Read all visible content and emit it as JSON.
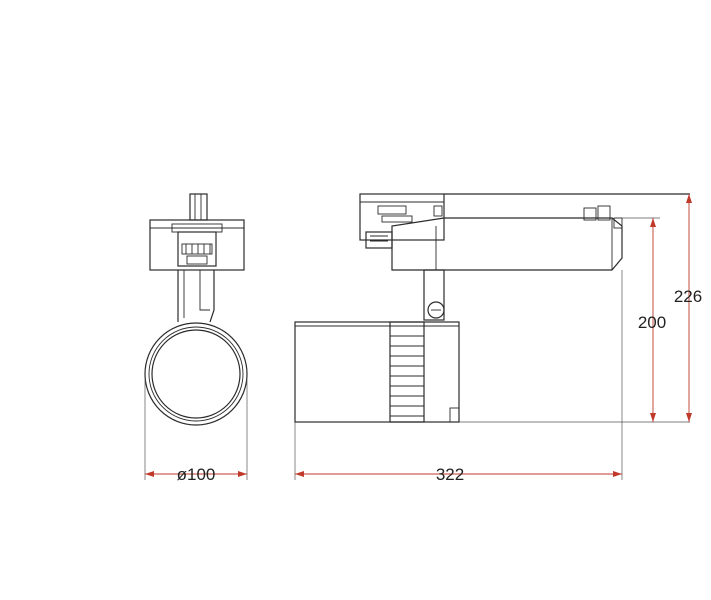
{
  "dimensions": {
    "diameter": "ø100",
    "length": "322",
    "height_body": "200",
    "height_total": "226"
  },
  "colors": {
    "outline": "#2b2b2b",
    "dimension_line": "#c0392b",
    "background": "#ffffff"
  }
}
